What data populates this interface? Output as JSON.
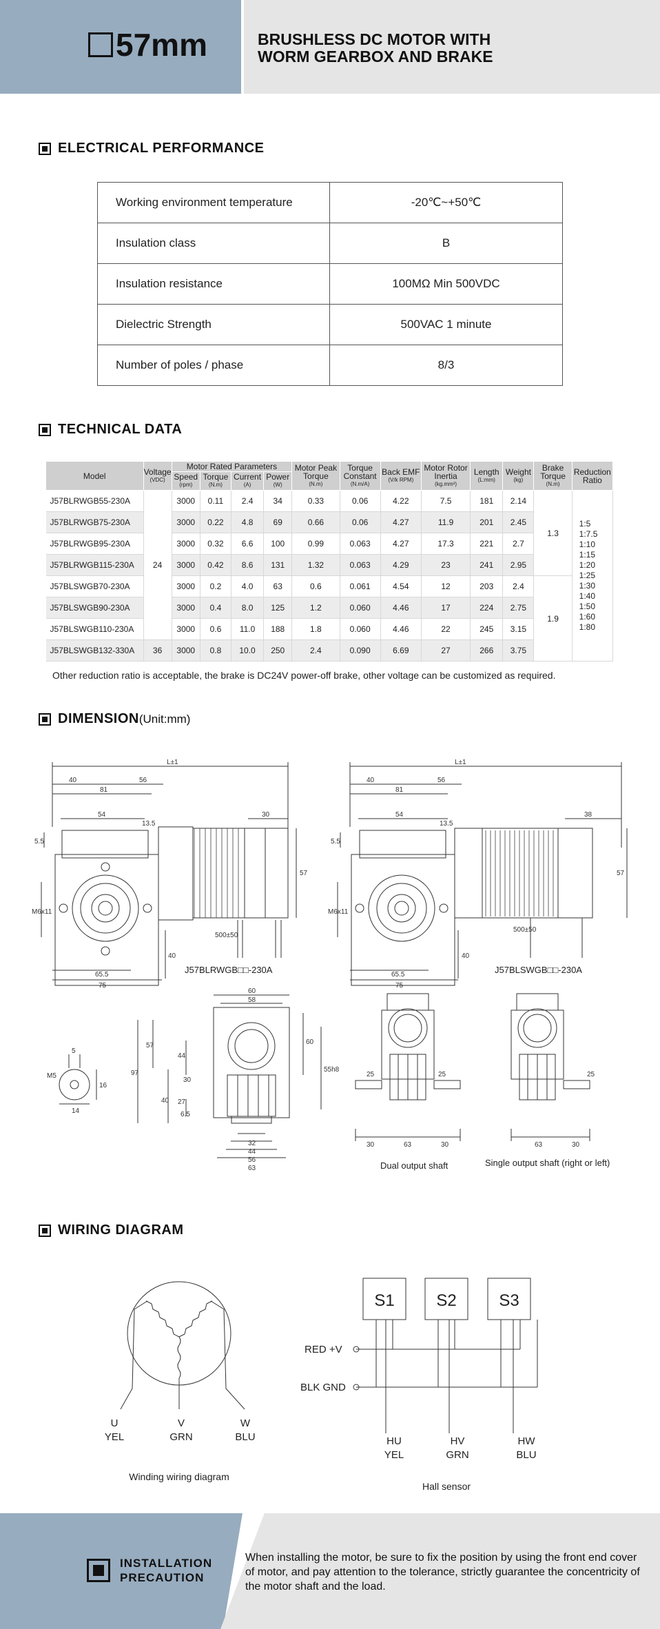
{
  "header": {
    "model": "57mm",
    "title_line1": "BRUSHLESS DC MOTOR WITH",
    "title_line2": "WORM GEARBOX AND BRAKE"
  },
  "sections": {
    "electrical": "ELECTRICAL PERFORMANCE",
    "technical": "TECHNICAL DATA",
    "dimension": "DIMENSION",
    "dimension_unit": "(Unit:mm)",
    "wiring": "WIRING DIAGRAM"
  },
  "electrical": [
    {
      "k": "Working environment temperature",
      "v": "-20℃~+50℃"
    },
    {
      "k": "Insulation class",
      "v": "B"
    },
    {
      "k": "Insulation resistance",
      "v": "100MΩ Min 500VDC"
    },
    {
      "k": "Dielectric Strength",
      "v": "500VAC 1 minute"
    },
    {
      "k": "Number of poles / phase",
      "v": "8/3"
    }
  ],
  "tech_headers": {
    "model": "Model",
    "voltage": "Voltage",
    "voltage_u": "(VDC)",
    "rated": "Motor Rated Parameters",
    "speed": "Speed",
    "speed_u": "(rpm)",
    "torque": "Torque",
    "torque_u": "(N.m)",
    "current": "Current",
    "current_u": "(A)",
    "power": "Power",
    "power_u": "(W)",
    "peak": "Motor Peak Torque",
    "peak_u": "(N.m)",
    "tconst": "Torque Constant",
    "tconst_u": "(N.m/A)",
    "emf": "Back EMF",
    "emf_u": "(V/k RPM)",
    "inertia": "Motor Rotor Inertia",
    "inertia_u": "(kg.mm²)",
    "length": "Length",
    "length_u": "(L:mm)",
    "weight": "Weight",
    "weight_u": "(kg)",
    "brake": "Brake Torque",
    "brake_u": "(N.m)",
    "ratio": "Reduction Ratio"
  },
  "tech_rows": [
    [
      "J57BLRWGB55-230A",
      "3000",
      "0.11",
      "2.4",
      "34",
      "0.33",
      "0.06",
      "4.22",
      "7.5",
      "181",
      "2.14"
    ],
    [
      "J57BLRWGB75-230A",
      "3000",
      "0.22",
      "4.8",
      "69",
      "0.66",
      "0.06",
      "4.27",
      "11.9",
      "201",
      "2.45"
    ],
    [
      "J57BLRWGB95-230A",
      "3000",
      "0.32",
      "6.6",
      "100",
      "0.99",
      "0.063",
      "4.27",
      "17.3",
      "221",
      "2.7"
    ],
    [
      "J57BLRWGB115-230A",
      "3000",
      "0.42",
      "8.6",
      "131",
      "1.32",
      "0.063",
      "4.29",
      "23",
      "241",
      "2.95"
    ],
    [
      "J57BLSWGB70-230A",
      "3000",
      "0.2",
      "4.0",
      "63",
      "0.6",
      "0.061",
      "4.54",
      "12",
      "203",
      "2.4"
    ],
    [
      "J57BLSWGB90-230A",
      "3000",
      "0.4",
      "8.0",
      "125",
      "1.2",
      "0.060",
      "4.46",
      "17",
      "224",
      "2.75"
    ],
    [
      "J57BLSWGB110-230A",
      "3000",
      "0.6",
      "11.0",
      "188",
      "1.8",
      "0.060",
      "4.46",
      "22",
      "245",
      "3.15"
    ],
    [
      "J57BLSWGB132-330A",
      "3000",
      "0.8",
      "10.0",
      "250",
      "2.4",
      "0.090",
      "6.69",
      "27",
      "266",
      "3.75"
    ]
  ],
  "tech_merged": {
    "voltage_24": "24",
    "voltage_36": "36",
    "brake_1": "1.3",
    "brake_2": "1.9",
    "ratios": [
      "1:5",
      "1:7.5",
      "1:10",
      "1:15",
      "1:20",
      "1:25",
      "1:30",
      "1:40",
      "1:50",
      "1:60",
      "1:80"
    ]
  },
  "note": "Other reduction ratio is acceptable, the brake is DC24V power-off brake,  other voltage can be customized as required.",
  "dimension": {
    "caption_left": "J57BLRWGB□□-230A",
    "caption_right": "J57BLSWGB□□-230A",
    "caption_dual": "Dual output shaft",
    "caption_single": "Single output shaft (right or left)",
    "dims": {
      "L": "L±1",
      "d40": "40",
      "d56": "56",
      "d81": "81",
      "d54": "54",
      "d13_5": "13.5",
      "d30": "30",
      "d38": "38",
      "d5_5": "5.5",
      "d57": "57",
      "d40v": "40",
      "m6": "M6x11",
      "d65_5": "65.5",
      "d75": "75",
      "d500": "500±50",
      "d60": "60",
      "d58": "58",
      "d97": "97",
      "d44": "44",
      "d27": "27",
      "d6_5": "6.5",
      "d32": "32",
      "d63": "63",
      "d55": "55h8",
      "m5": "M5",
      "d5": "5",
      "d14": "14",
      "d16": "16",
      "d25": "25"
    }
  },
  "wiring": {
    "winding_caption": "Winding wiring diagram",
    "hall_caption": "Hall sensor",
    "u": "U",
    "u_c": "YEL",
    "v": "V",
    "v_c": "GRN",
    "w": "W",
    "w_c": "BLU",
    "s1": "S1",
    "s2": "S2",
    "s3": "S3",
    "red": "RED +V",
    "blk": "BLK GND",
    "hu": "HU",
    "hu_c": "YEL",
    "hv": "HV",
    "hv_c": "GRN",
    "hw": "HW",
    "hw_c": "BLU"
  },
  "footer": {
    "title1": "INSTALLATION",
    "title2": "PRECAUTION",
    "text": "When installing the motor, be sure to fix the position by using the front end cover of motor, and pay attention to the tolerance, strictly guarantee the concentricity of the motor shaft and the load."
  }
}
